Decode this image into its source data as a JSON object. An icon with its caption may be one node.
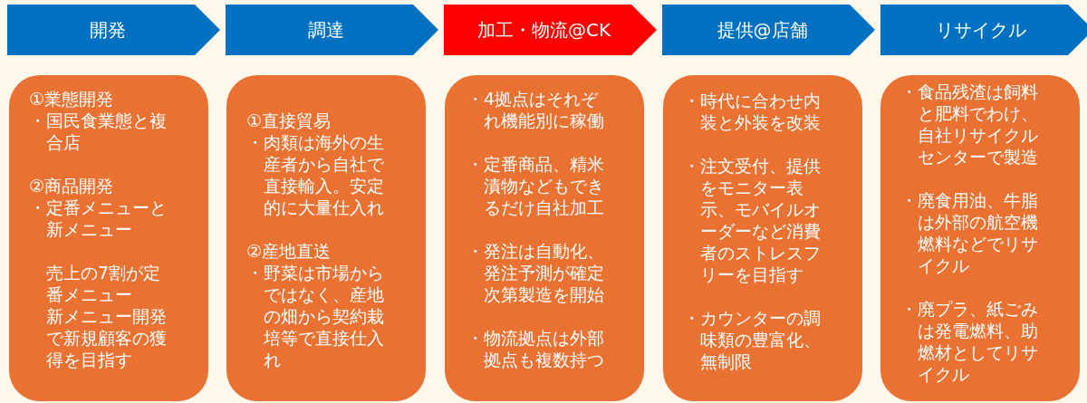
{
  "diagram": {
    "nodes": [
      {
        "text": [
          "開発"
        ]
      },
      {
        "text": [
          "調達"
        ]
      },
      {
        "text": [
          "加工・物流@CK"
        ]
      },
      {
        "text": [
          "提供@店舗"
        ]
      },
      {
        "text": [
          "リサイクル"
        ]
      },
      {
        "text": [
          "①業態開発",
          "・国民食業態と複合店",
          "②商品開発",
          "・定番メニューと新メニュー",
          "売上の7割が定番メニュー",
          "新メニュー開発で新規顧客の獲得を目指す"
        ]
      },
      {
        "text": [
          "①直接貿易",
          "・肉類は海外の生産者から自社で直接輸入。安定的に大量仕入れ",
          "②産地直送",
          "・野菜は市場からではなく、産地の畑から契約栽培等で直接仕入れ"
        ]
      },
      {
        "text": [
          "・4拠点はそれぞれ機能別に稼働",
          "・定番商品、精米漬物などもできるだけ自社加工",
          "・発注は自動化、発注予測が確定次第製造を開始",
          "・物流拠点は外部拠点も複数持つ"
        ]
      },
      {
        "text": [
          "・時代に合わせ内装と外装を改装",
          "・注文受付、提供をモニター表示、モバイルオーダーなど消費者のストレスフリーを目指す",
          "・カウンターの調味類の豊富化、無制限"
        ]
      },
      {
        "text": [
          "・食品残渣は飼料と肥料でわけ、自社リサイクルセンターで製造",
          "・廃食用油、牛脂は外部の航空機燃料などでリサイクル",
          "・廃プラ、紙ごみは発電燃料、助燃材としてリサイクル"
        ]
      }
    ]
  }
}
